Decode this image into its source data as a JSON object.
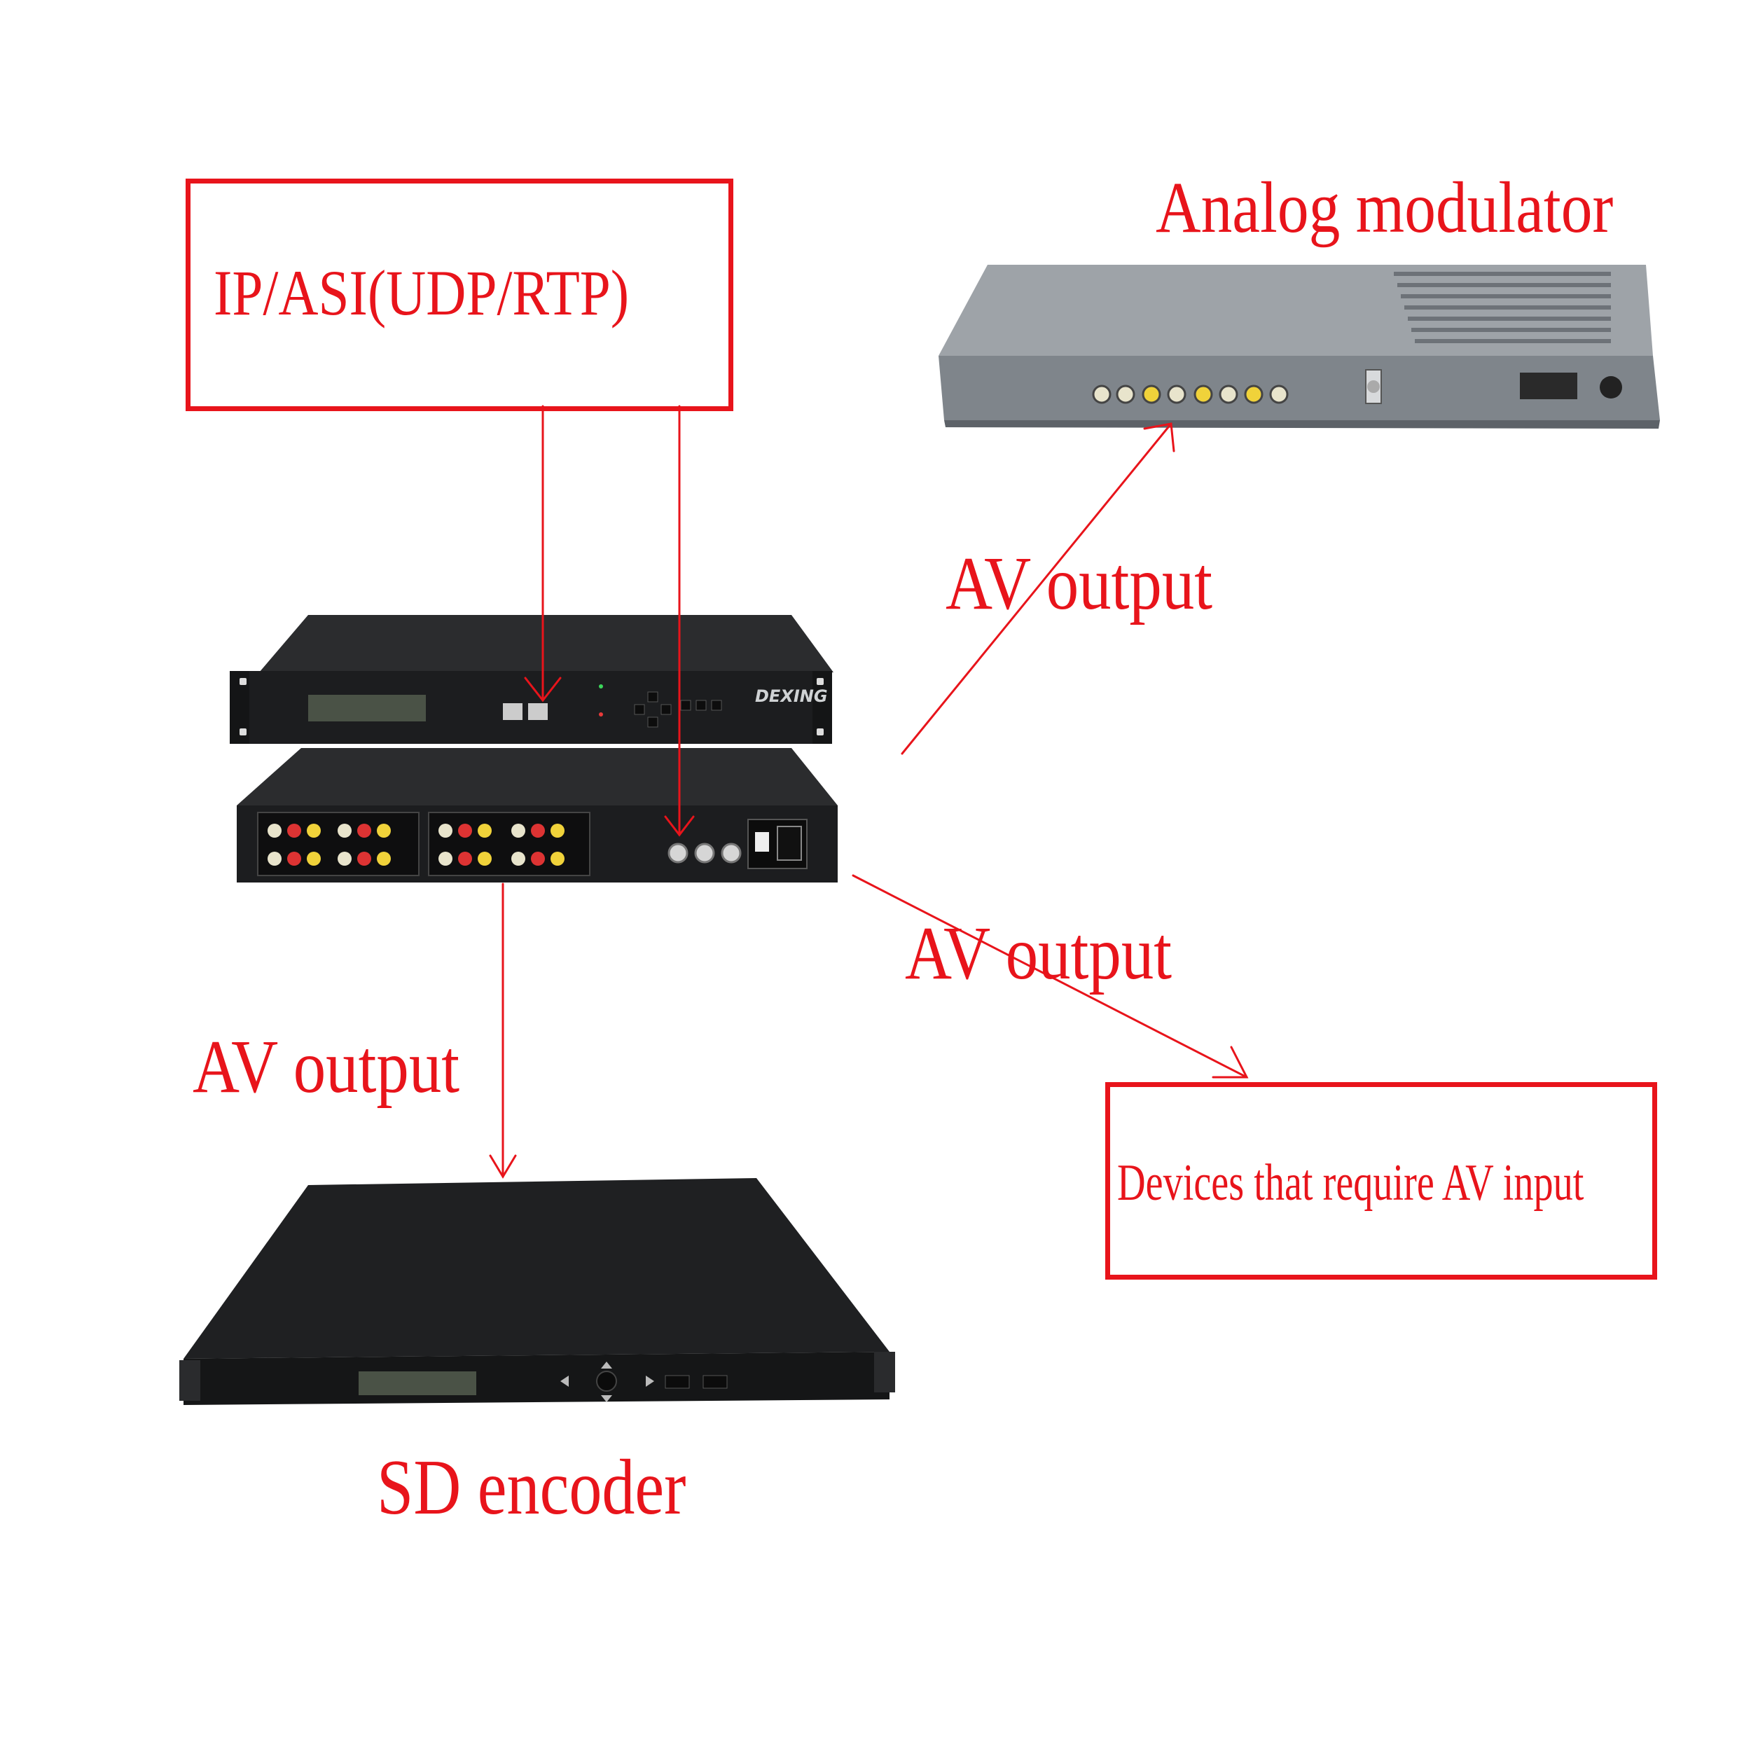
{
  "labels": {
    "input_box": "IP/ASI(UDP/RTP)",
    "analog_modulator": "Analog modulator",
    "av_output_top": "AV output",
    "av_output_middle": "AV output",
    "av_output_left": "AV output",
    "devices_box": "Devices that require AV input",
    "sd_encoder": "SD encoder"
  },
  "device_markings": {
    "brand": "DEXING"
  },
  "colors": {
    "accent_red": "#e8141b",
    "device_black": "#1c1d1f",
    "modulator_grey": "#8c9196"
  }
}
